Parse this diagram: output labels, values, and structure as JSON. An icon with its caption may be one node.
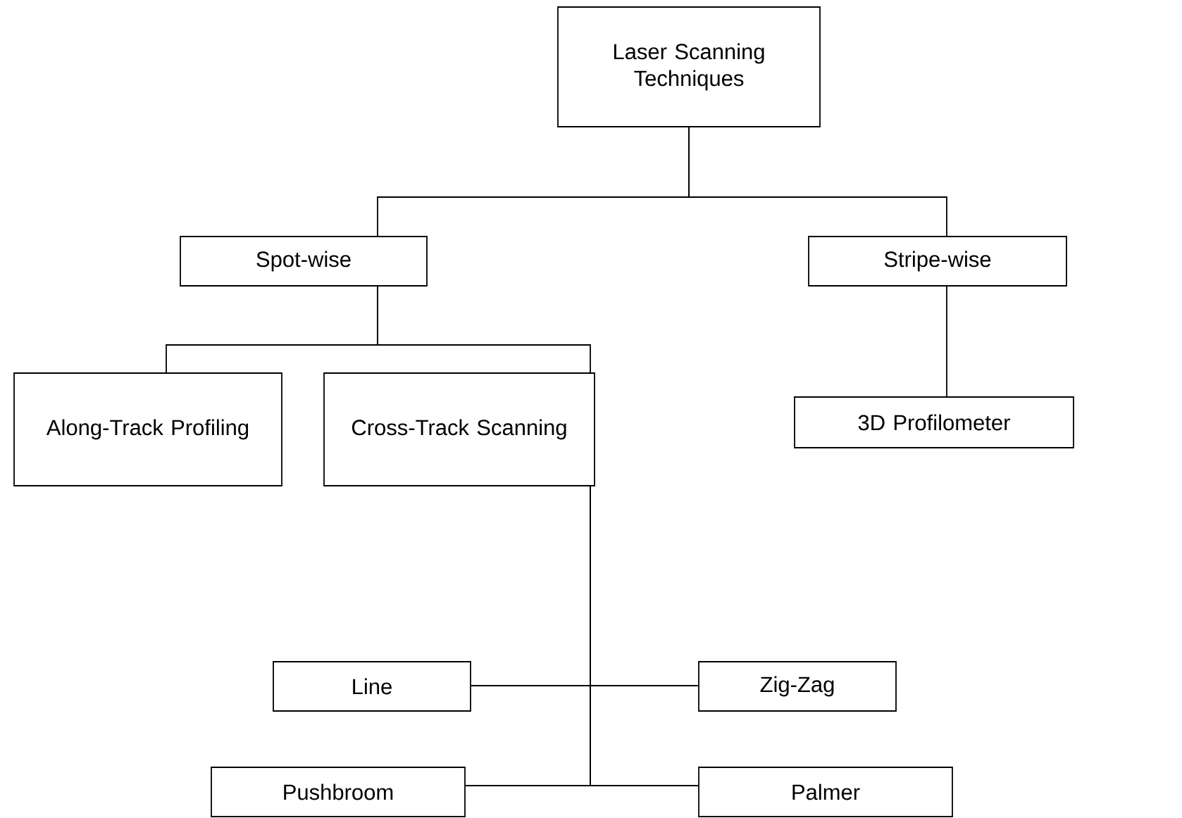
{
  "diagram": {
    "nodes": [
      {
        "text": [
          "Laser Scanning Techniques"
        ]
      },
      {
        "text": [
          "Spot-wise"
        ]
      },
      {
        "text": [
          "Stripe-wise"
        ]
      },
      {
        "text": [
          "Along-Track Profiling"
        ]
      },
      {
        "text": [
          "Cross-Track Scanning"
        ]
      },
      {
        "text": [
          "3D Profilometer"
        ]
      },
      {
        "text": [
          "Line"
        ]
      },
      {
        "text": [
          "Zig-Zag"
        ]
      },
      {
        "text": [
          "Pushbroom"
        ]
      },
      {
        "text": [
          "Palmer"
        ]
      }
    ],
    "edges": [
      {
        "from": 0,
        "to": 1,
        "arrow": "none"
      },
      {
        "from": 0,
        "to": 2,
        "arrow": "none"
      },
      {
        "from": 1,
        "to": 3,
        "arrow": "none"
      },
      {
        "from": 1,
        "to": 4,
        "arrow": "none"
      },
      {
        "from": 2,
        "to": 5,
        "arrow": "none"
      },
      {
        "from": 4,
        "to": 6,
        "arrow": "none"
      },
      {
        "from": 4,
        "to": 7,
        "arrow": "none"
      },
      {
        "from": 4,
        "to": 8,
        "arrow": "none"
      },
      {
        "from": 4,
        "to": 9,
        "arrow": "none"
      }
    ]
  }
}
